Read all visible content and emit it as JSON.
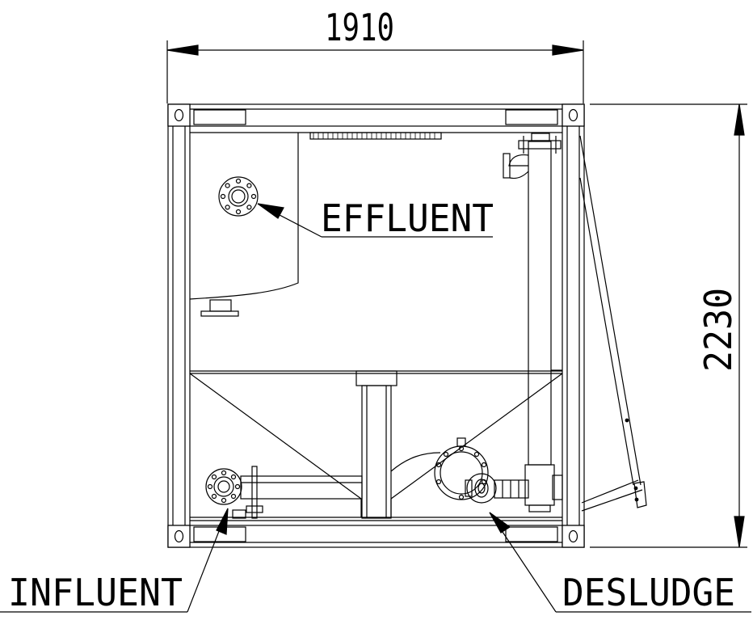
{
  "dimensions": {
    "width_value": "1910",
    "height_value": "2230"
  },
  "labels": {
    "effluent": "EFFLUENT",
    "influent": "INFLUENT",
    "desludge": "DESLUDGE"
  }
}
